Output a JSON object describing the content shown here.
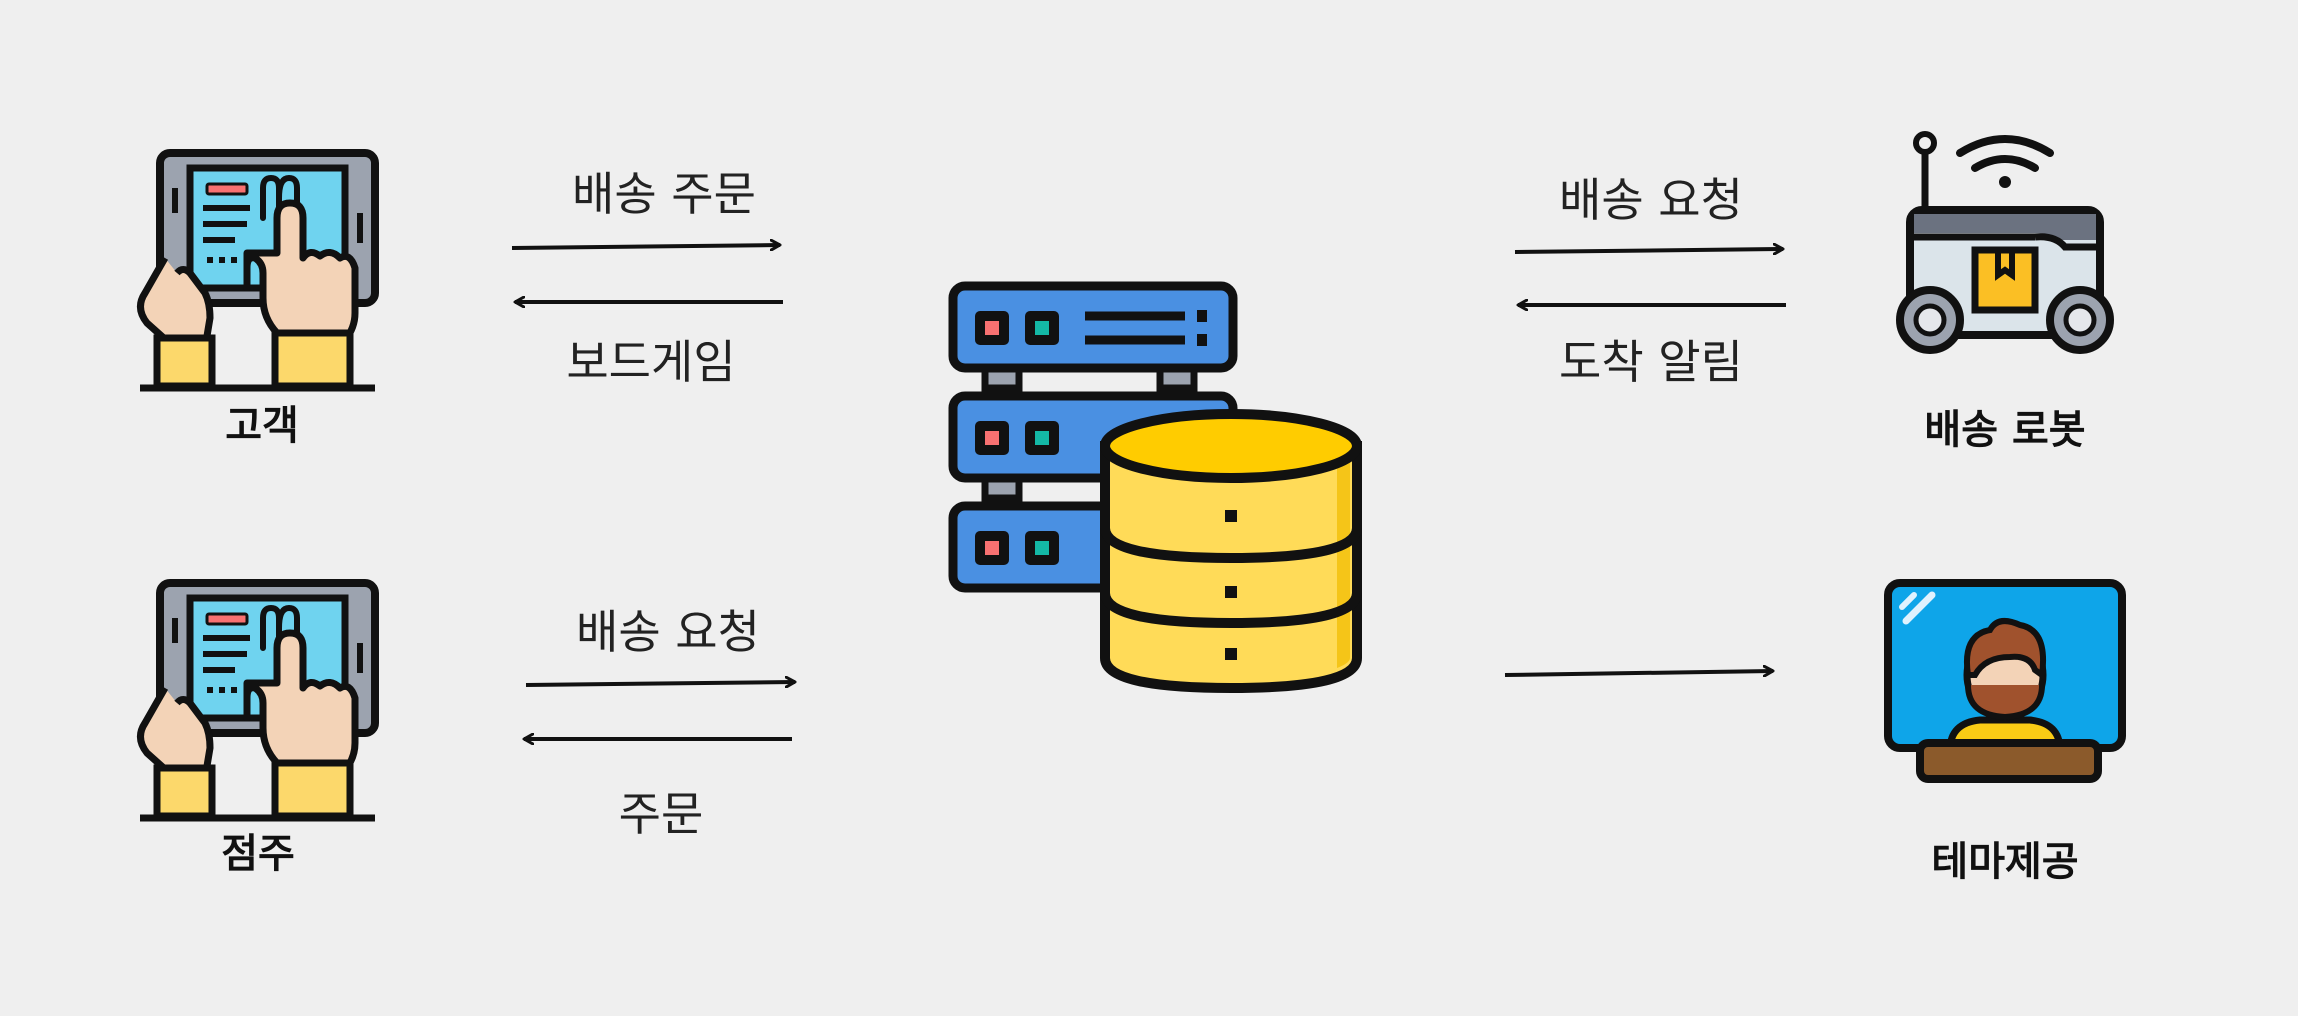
{
  "nodes": {
    "customer": {
      "label": "고객",
      "icon": "tablet-touch-icon"
    },
    "owner": {
      "label": "점주",
      "icon": "tablet-touch-icon"
    },
    "server": {
      "icon": "server-database-icon"
    },
    "robot": {
      "label": "배송 로봇",
      "icon": "delivery-robot-icon"
    },
    "theme": {
      "label": "테마제공",
      "icon": "monitor-person-icon"
    }
  },
  "edges": {
    "customer_to_server": "배송 주문",
    "server_to_customer": "보드게임",
    "owner_to_server": "배송 요청",
    "server_to_owner": "주문",
    "server_to_robot": "배송 요청",
    "robot_to_server": "도착 알림",
    "server_to_theme": ""
  },
  "colors": {
    "background": "#efefef",
    "arrow": "#111111",
    "server_blue": "#4a90e2",
    "db_yellow": "#ffdb58",
    "screen_cyan": "#6fd3ef",
    "monitor_blue": "#0ea5e9"
  }
}
